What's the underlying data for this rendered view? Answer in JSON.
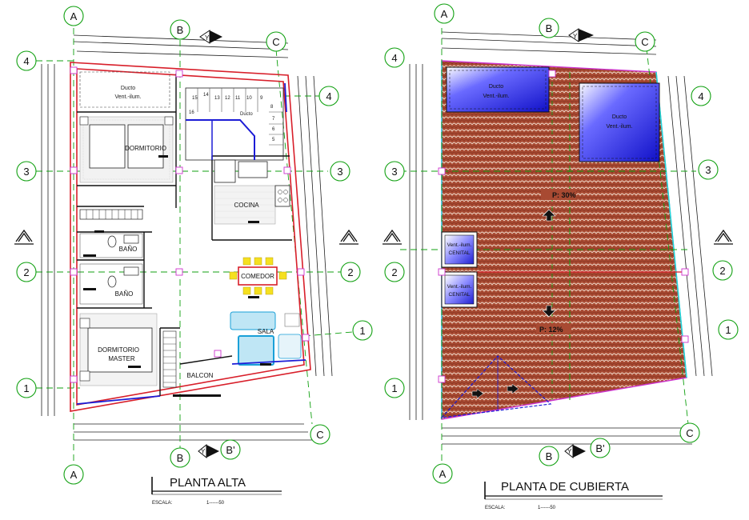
{
  "grid_labels": {
    "a": "A",
    "b": "B",
    "c": "C",
    "b_prime": "B'",
    "n1": "1",
    "n2": "2",
    "n3": "3",
    "n4": "4",
    "y": "Y"
  },
  "left_plan": {
    "title": "PLANTA ALTA",
    "scale_label": "ESCALA:",
    "scale_value": "1------50",
    "rooms": {
      "ducto": "Ducto",
      "vent": "Vent.-ilum.",
      "dormitorio": "DORMITORIO",
      "cocina": "COCINA",
      "bano_1": "BAÑO",
      "bano_2": "BAÑO",
      "comedor": "COMEDOR",
      "dormitorio_master_1": "DORMITORIO",
      "dormitorio_master_2": "MASTER",
      "sala": "SALA",
      "balcon": "BALCON"
    },
    "stair_numbers": [
      "15",
      "14",
      "13",
      "12",
      "11",
      "10",
      "9",
      "8",
      "7",
      "6",
      "5",
      "16"
    ],
    "stair_ducto": "Ducto"
  },
  "right_plan": {
    "title": "PLANTA DE CUBIERTA",
    "scale_label": "ESCALA:",
    "scale_value": "1------50",
    "labels": {
      "ducto_1": "Ducto",
      "vent_1": "Vent.-ilum.",
      "ducto_2": "Ducto",
      "vent_2": "Vent.-ilum.",
      "cenital_1a": "Vent.-ilum.",
      "cenital_1b": "CENITAL",
      "cenital_2a": "Vent.-ilum.",
      "cenital_2b": "CENITAL",
      "slope_1": "P: 30%",
      "slope_2": "P: 12%"
    }
  },
  "colors": {
    "roof_tile": "#a84a32",
    "duct_blue": "#1c1cd6",
    "wall_red": "#d81f2a",
    "axis_green": "#10a010",
    "magenta": "#cc33cc",
    "cyan": "#20d8d8"
  }
}
